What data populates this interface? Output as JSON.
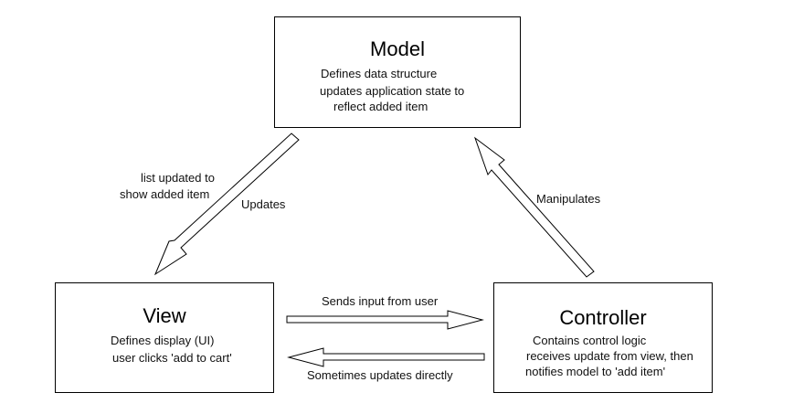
{
  "model": {
    "title": "Model",
    "lines": [
      "Defines data structure",
      "updates application state to",
      "reflect added item"
    ]
  },
  "view": {
    "title": "View",
    "lines": [
      "Defines display (UI)",
      "user clicks 'add to cart'"
    ]
  },
  "controller": {
    "title": "Controller",
    "lines": [
      "Contains control logic",
      "receives update from view, then",
      "notifies model to 'add item'"
    ]
  },
  "edges": {
    "model_to_view": {
      "label": "Updates",
      "note": [
        "list updated to",
        "show added item"
      ]
    },
    "controller_to_model": {
      "label": "Manipulates"
    },
    "view_to_controller": {
      "label": "Sends input from user"
    },
    "controller_to_view": {
      "label": "Sometimes updates directly"
    }
  },
  "colors": {
    "stroke": "#000000",
    "fill": "#ffffff",
    "text": "#111111"
  }
}
